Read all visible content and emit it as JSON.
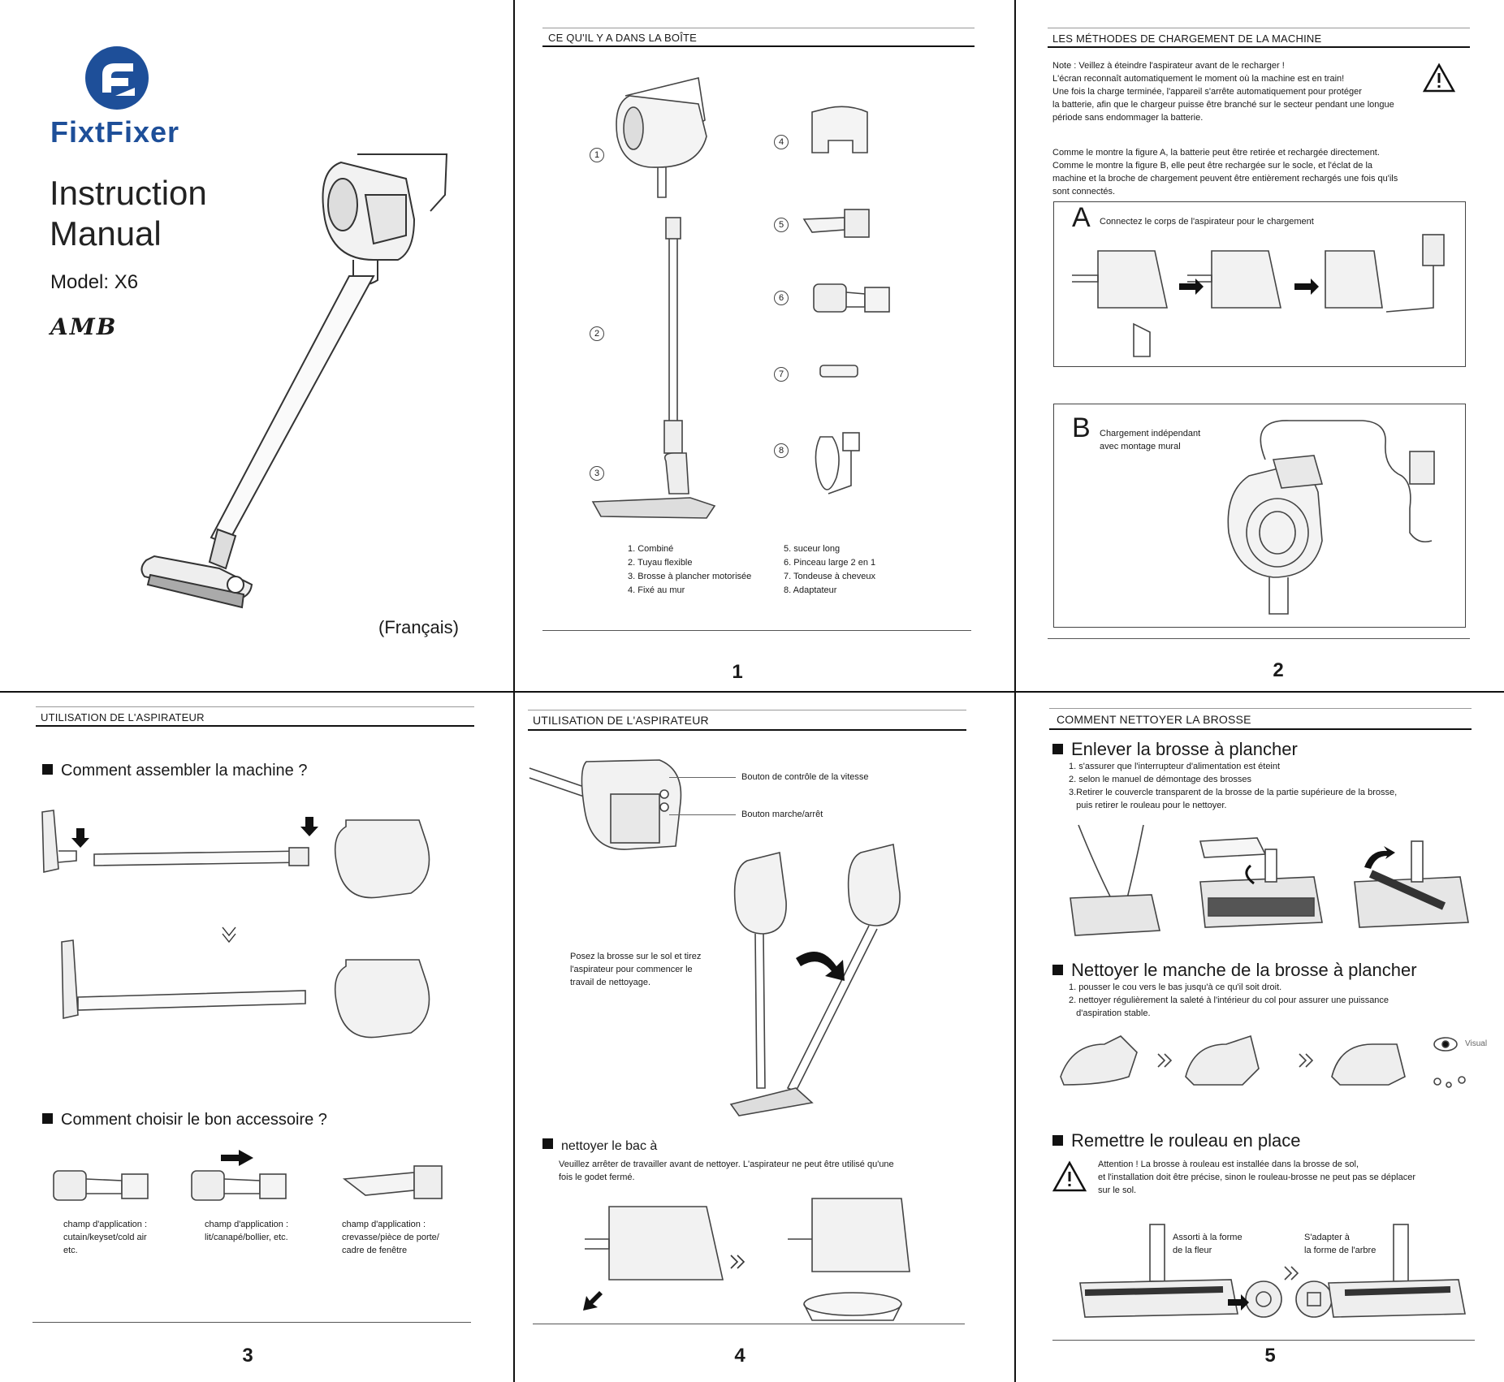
{
  "cover": {
    "brand": "FixtFixer",
    "title_line1": "Instruction",
    "title_line2": "Manual",
    "model": "Model: X6",
    "signature": "AMB",
    "language": "(Français)"
  },
  "page1": {
    "header": "CE QU'IL Y A DANS LA BOÎTE",
    "number": "1",
    "markers": [
      "1",
      "2",
      "3",
      "4",
      "5",
      "6",
      "7",
      "8"
    ],
    "items_left": [
      "1. Combiné",
      "2. Tuyau flexible",
      "3. Brosse à plancher motorisée",
      "4. Fixé au mur"
    ],
    "items_right": [
      "5. suceur long",
      "6. Pinceau large 2 en 1",
      "7. Tondeuse à cheveux",
      "8. Adaptateur"
    ]
  },
  "page2": {
    "header": "LES MÉTHODES DE CHARGEMENT DE LA MACHINE",
    "number": "2",
    "note_lines": [
      "Note : Veillez à éteindre l'aspirateur avant de le recharger !",
      "L'écran reconnaît automatiquement le moment où la machine est en train!",
      "Une fois la charge terminée, l'appareil s'arrête automatiquement pour protéger",
      "la batterie, afin que le chargeur puisse être branché sur le secteur pendant une longue",
      "période sans endommager la batterie."
    ],
    "para_lines": [
      "Comme le montre la figure A, la batterie peut être retirée et rechargée directement.",
      "Comme le montre la figure B, elle peut être rechargée sur le socle, et l'éclat de la",
      "machine et la broche de chargement peuvent être entièrement rechargés une fois qu'ils",
      "sont connectés."
    ],
    "figA_letter": "A",
    "figA_caption": "Connectez le corps de l'aspirateur pour le chargement",
    "figB_letter": "B",
    "figB_caption_line1": "Chargement indépendant",
    "figB_caption_line2": "avec montage mural"
  },
  "page3": {
    "header": "UTILISATION DE L'ASPIRATEUR",
    "number": "3",
    "h_assemble": "Comment assembler la machine ?",
    "h_accessory": "Comment choisir le bon accessoire ?",
    "acc1": [
      "champ d'application :",
      "cutain/keyset/cold air",
      "etc."
    ],
    "acc2": [
      "champ d'application :",
      "lit/canapé/bollier, etc."
    ],
    "acc3": [
      "champ d'application :",
      "crevasse/pièce de porte/",
      "cadre de fenêtre"
    ]
  },
  "page4": {
    "header": "UTILISATION DE L'ASPIRATEUR",
    "number": "4",
    "label_speed": "Bouton de contrôle de la vitesse",
    "label_power": "Bouton marche/arrêt",
    "usage_lines": [
      "Posez la brosse sur le sol et tirez",
      "l'aspirateur pour commencer le",
      "travail de nettoyage."
    ],
    "h_bin": "nettoyer le bac à",
    "bin_lines": [
      "Veuillez arrêter de travailler avant de nettoyer. L'aspirateur ne peut être utilisé qu'une",
      "fois le godet fermé."
    ]
  },
  "page5": {
    "header": "COMMENT NETTOYER LA BROSSE",
    "number": "5",
    "h1": "Enlever la brosse à plancher",
    "h1_lines": [
      "1. s'assurer que l'interrupteur d'alimentation est éteint",
      "2. selon le manuel de démontage des brosses",
      "3.Retirer le couvercle transparent de la brosse de la partie supérieure de la brosse,",
      "   puis retirer le rouleau pour le nettoyer."
    ],
    "h2": "Nettoyer le manche de la brosse à plancher",
    "h2_lines": [
      "1. pousser le cou vers le bas jusqu'à ce qu'il soit droit.",
      "2. nettoyer régulièrement la saleté à l'intérieur du col pour assurer une puissance",
      "   d'aspiration stable."
    ],
    "visual_label": "Visual",
    "h3": "Remettre le rouleau en place",
    "h3_lines": [
      "Attention ! La brosse à rouleau est installée dans la brosse de sol,",
      "et l'installation doit être précise, sinon le rouleau-brosse ne peut pas se déplacer",
      "sur le sol."
    ],
    "label_a1": "Assorti à la forme",
    "label_a2": "de la fleur",
    "label_b1": "S'adapter à",
    "label_b2": "la forme de l'arbre"
  }
}
